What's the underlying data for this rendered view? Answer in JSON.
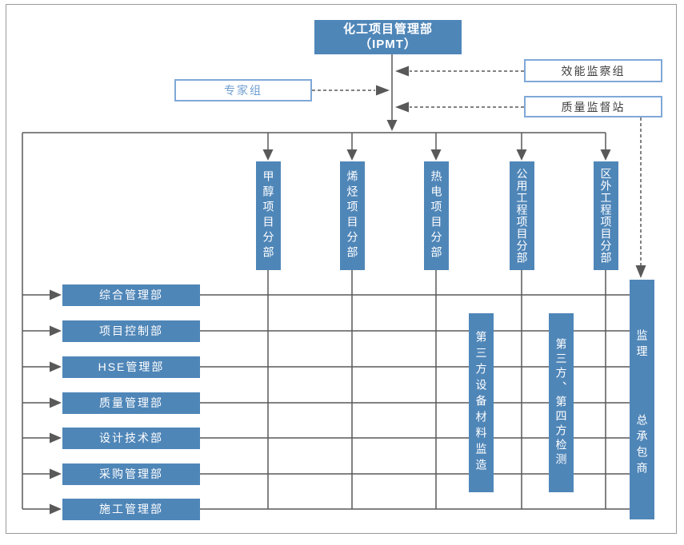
{
  "header": {
    "title_line1": "化工项目管理部",
    "title_line2": "（IPMT）"
  },
  "advisors": {
    "expert_group": "专家组",
    "efficiency_group": "效能监察组",
    "quality_station": "质量监督站"
  },
  "divisions": [
    "甲醇项目分部",
    "烯烃项目分部",
    "热电项目分部",
    "公用工程项目分部",
    "区外工程项目分部"
  ],
  "departments": [
    "综合管理部",
    "项目控制部",
    "HSE管理部",
    "质量管理部",
    "设计技术部",
    "采购管理部",
    "施工管理部"
  ],
  "third_parties": [
    "第三方设备材料监造",
    "第三方、第四方检测"
  ],
  "contractors": {
    "supervision": "监理",
    "general_contractor": "总承包商"
  },
  "colors": {
    "node_fill": "#4F86B8",
    "node_text": "#FFFFFF",
    "connector": "#595959",
    "advisor_border": "#7FA8D8",
    "expert_text": "#6F9FD0",
    "advisor_text": "#3F3F3F",
    "outer_border": "#9A9A9A"
  }
}
